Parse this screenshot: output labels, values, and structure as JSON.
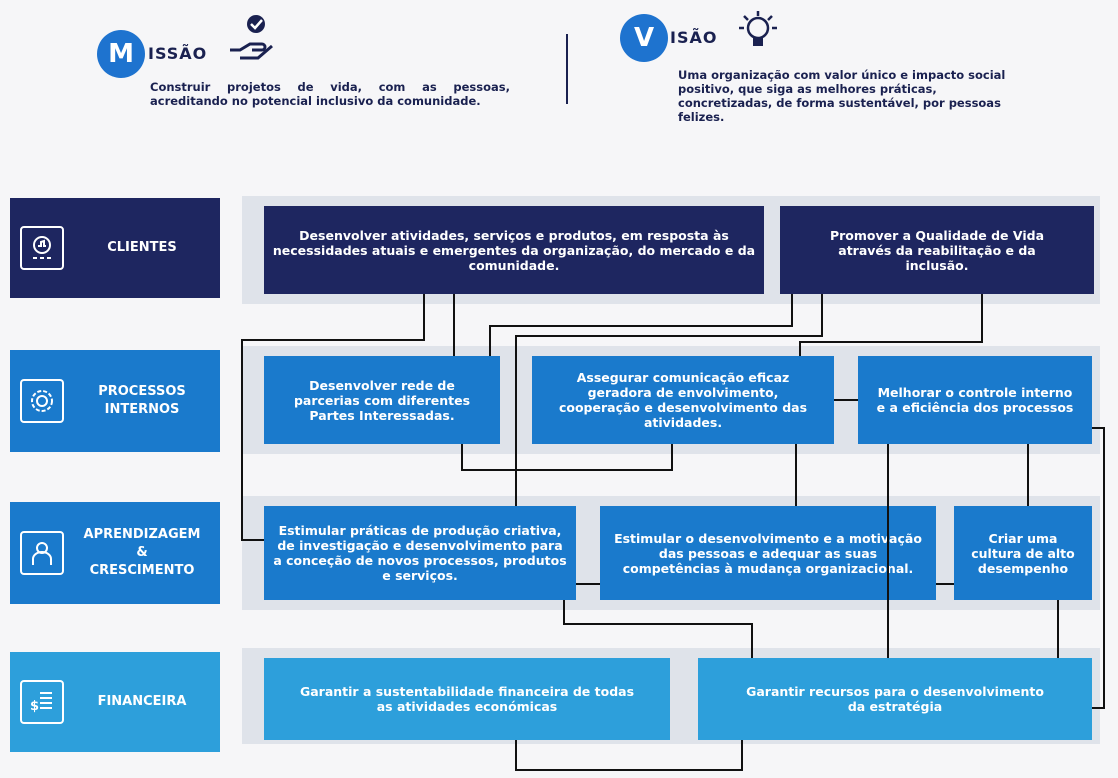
{
  "header": {
    "missao": {
      "initial": "M",
      "word": "ISSÃO",
      "text": "Construir projetos de vida, com as pessoas, acreditando no potencial inclusivo da comunidade.",
      "icon": "hand-check-icon"
    },
    "visao": {
      "initial": "V",
      "word": "ISÃO",
      "text": "Uma organização com valor único e impacto social positivo, que siga as melhores práticas, concretizadas, de forma sustentável, por pessoas felizes.",
      "icon": "lightbulb-icon"
    }
  },
  "perspectives": [
    {
      "label_lines": [
        "CLIENTES"
      ],
      "icon": "thumbs-up-icon"
    },
    {
      "label_lines": [
        "PROCESSOS",
        "INTERNOS"
      ],
      "icon": "gear-icon"
    },
    {
      "label_lines": [
        "APRENDIZAGEM",
        "&",
        "CRESCIMENTO"
      ],
      "icon": "person-icon"
    },
    {
      "label_lines": [
        "FINANCEIRA"
      ],
      "icon": "money-icon"
    }
  ],
  "objectives": {
    "clientes_1": "Desenvolver atividades, serviços e produtos, em resposta às necessidades atuais e emergentes da organização, do mercado e da comunidade.",
    "clientes_2": "Promover a Qualidade de Vida através da reabilitação e da inclusão.",
    "processos_1": "Desenvolver rede de parcerias com diferentes Partes Interessadas.",
    "processos_2": "Assegurar comunicação eficaz geradora de envolvimento, cooperação e desenvolvimento das atividades.",
    "processos_3": "Melhorar o controle interno e a eficiência dos processos",
    "aprendizagem_1": "Estimular práticas de produção criativa, de investigação e desenvolvimento para a conceção de novos processos, produtos e serviços.",
    "aprendizagem_2": "Estimular o desenvolvimento e a motivação das pessoas e adequar as suas competências à mudança organizacional.",
    "aprendizagem_3": "Criar uma cultura de alto desempenho",
    "financeira_1": "Garantir a sustentabilidade financeira de todas as atividades económicas",
    "financeira_2": "Garantir recursos para o desenvolvimento da estratégia"
  },
  "colors": {
    "dark": "#1e2660",
    "blue": "#1a7acc",
    "light": "#2d9fdb",
    "accent": "#1e73cf"
  }
}
